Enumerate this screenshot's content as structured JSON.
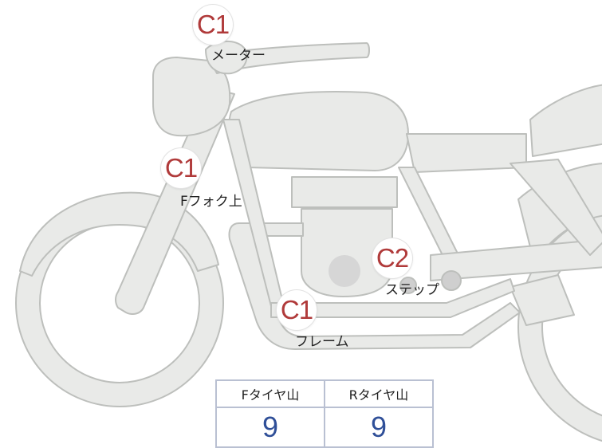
{
  "parts": [
    {
      "id": "meter",
      "grade": "C1",
      "label": "メーター"
    },
    {
      "id": "fork",
      "grade": "C1",
      "label": "Fフォク上"
    },
    {
      "id": "step",
      "grade": "C2",
      "label": "ステップ"
    },
    {
      "id": "frame",
      "grade": "C1",
      "label": "フレーム"
    }
  ],
  "tread_table": {
    "headers": [
      "Fタイヤ山",
      "Rタイヤ山"
    ],
    "values": [
      "9",
      "9"
    ]
  },
  "colors": {
    "bike_fill": "#e9eae8",
    "bike_stroke": "#bdbfbc",
    "grade_text": "#b03a3a",
    "value_text": "#2f4f98",
    "table_border": "#b9c0d2"
  }
}
